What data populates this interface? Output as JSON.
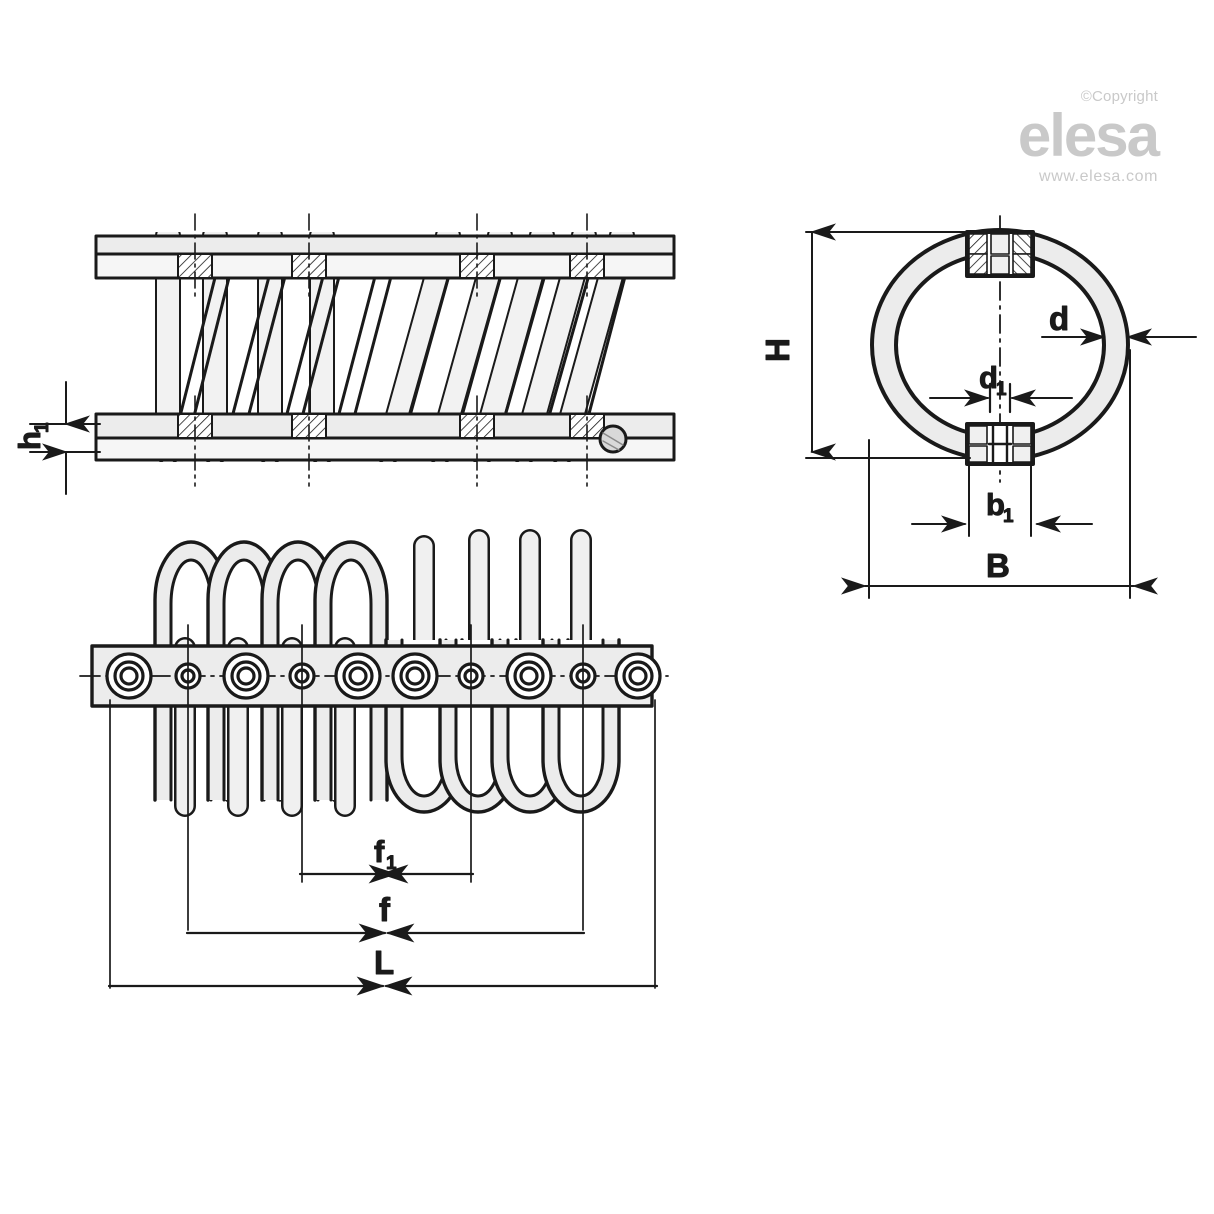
{
  "drawing": {
    "title": "Elesa coil spring with mounting bar - technical dimension drawing",
    "line_color": "#1a1a1a",
    "fill_color": "#ececec",
    "fill_light": "#f4f4f4",
    "watermark_color": "#c9c9c9"
  },
  "watermark": {
    "copyright": "©Copyright",
    "brand": "elesa",
    "url": "www.elesa.com"
  },
  "views": {
    "front": {
      "name": "front-elevation-view"
    },
    "section": {
      "name": "right-section-view"
    },
    "plan": {
      "name": "bottom-plan-view"
    }
  },
  "dimensions": {
    "h1": {
      "label": "h",
      "sub": "1",
      "view": "front-elevation-view",
      "orientation": "vertical"
    },
    "H": {
      "label": "H",
      "sub": "",
      "view": "right-section-view",
      "orientation": "vertical"
    },
    "B": {
      "label": "B",
      "sub": "",
      "view": "right-section-view",
      "orientation": "horizontal"
    },
    "d": {
      "label": "d",
      "sub": "",
      "view": "right-section-view",
      "orientation": "horizontal"
    },
    "d1": {
      "label": "d",
      "sub": "1",
      "view": "right-section-view",
      "orientation": "horizontal"
    },
    "b1": {
      "label": "b",
      "sub": "1",
      "view": "right-section-view",
      "orientation": "horizontal"
    },
    "f1": {
      "label": "f",
      "sub": "1",
      "view": "bottom-plan-view",
      "orientation": "horizontal"
    },
    "f": {
      "label": "f",
      "sub": "",
      "view": "bottom-plan-view",
      "orientation": "horizontal"
    },
    "L": {
      "label": "L",
      "sub": "",
      "view": "bottom-plan-view",
      "orientation": "horizontal"
    }
  }
}
